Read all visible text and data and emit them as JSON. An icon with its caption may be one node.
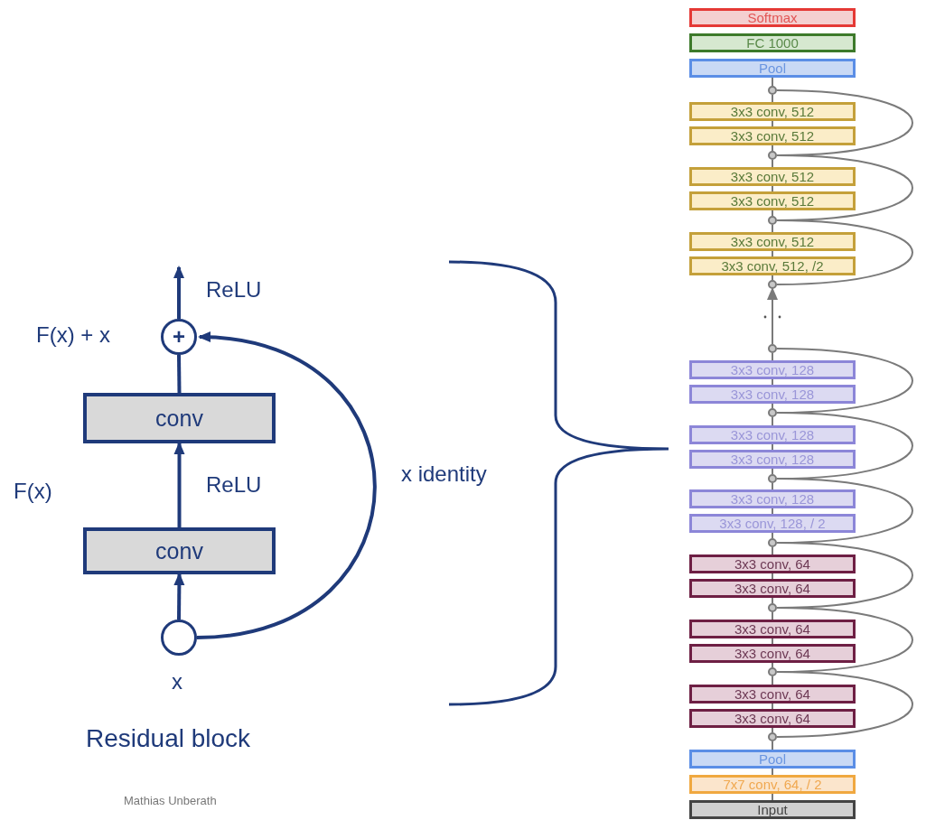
{
  "diagram": {
    "nodes": [
      {
        "text": [
          "+"
        ],
        "beside": [
          "F(x) + x"
        ]
      },
      {
        "text": [
          "conv"
        ]
      },
      {
        "text": [
          "conv"
        ]
      },
      {
        "text": [],
        "shape": "circle",
        "beside": [
          "x"
        ]
      },
      {
        "text": [
          "Softmax"
        ]
      },
      {
        "text": [
          "FC 1000"
        ]
      },
      {
        "text": [
          "Pool"
        ]
      },
      {
        "text": [],
        "shape": "circle"
      },
      {
        "text": [
          "3x3 conv, 512"
        ]
      },
      {
        "text": [
          "3x3 conv, 512"
        ]
      },
      {
        "text": [],
        "shape": "circle"
      },
      {
        "text": [
          "3x3 conv, 512"
        ]
      },
      {
        "text": [
          "3x3 conv, 512"
        ]
      },
      {
        "text": [],
        "shape": "circle"
      },
      {
        "text": [
          "3x3 conv, 512"
        ]
      },
      {
        "text": [
          "3x3 conv, 512, /2"
        ]
      },
      {
        "text": [],
        "shape": "circle"
      },
      {
        "text": [],
        "shape": "circle"
      },
      {
        "text": [
          "3x3 conv, 128"
        ]
      },
      {
        "text": [
          "3x3 conv, 128"
        ]
      },
      {
        "text": [],
        "shape": "circle"
      },
      {
        "text": [
          "3x3 conv, 128"
        ]
      },
      {
        "text": [
          "3x3 conv, 128"
        ]
      },
      {
        "text": [],
        "shape": "circle"
      },
      {
        "text": [
          "3x3 conv, 128"
        ]
      },
      {
        "text": [
          "3x3 conv, 128, / 2"
        ]
      },
      {
        "text": [],
        "shape": "circle"
      },
      {
        "text": [
          "3x3 conv, 64"
        ]
      },
      {
        "text": [
          "3x3 conv, 64"
        ]
      },
      {
        "text": [],
        "shape": "circle"
      },
      {
        "text": [
          "3x3 conv, 64"
        ]
      },
      {
        "text": [
          "3x3 conv, 64"
        ]
      },
      {
        "text": [],
        "shape": "circle"
      },
      {
        "text": [
          "3x3 conv, 64"
        ]
      },
      {
        "text": [
          "3x3 conv, 64"
        ]
      },
      {
        "text": [],
        "shape": "circle"
      },
      {
        "text": [
          "Pool"
        ]
      },
      {
        "text": [
          "7x7 conv, 64, / 2"
        ]
      },
      {
        "text": [
          "Input"
        ]
      }
    ],
    "edges": [
      {
        "from": 3,
        "to": 2,
        "arrow": "to",
        "style": "thick",
        "color": "#1f3a7a"
      },
      {
        "from": 2,
        "to": 1,
        "arrow": "to",
        "label": "ReLU",
        "style": "thick",
        "color": "#1f3a7a"
      },
      {
        "from": 1,
        "to": 0,
        "arrow": "none",
        "style": "thick",
        "color": "#1f3a7a"
      },
      {
        "from": 0,
        "to": null,
        "arrow": "to",
        "label": "ReLU",
        "style": "thick",
        "color": "#1f3a7a"
      },
      {
        "from": 3,
        "to": 0,
        "arrow": "to",
        "label": "x identity",
        "style": "thick",
        "color": "#1f3a7a"
      },
      {
        "from": 38,
        "to": 37,
        "arrow": "none"
      },
      {
        "from": 37,
        "to": 36,
        "arrow": "none"
      },
      {
        "from": 36,
        "to": 35,
        "arrow": "none"
      },
      {
        "from": 35,
        "to": 34,
        "arrow": "none"
      },
      {
        "from": 34,
        "to": 33,
        "arrow": "none"
      },
      {
        "from": 33,
        "to": 32,
        "arrow": "none"
      },
      {
        "from": 32,
        "to": 31,
        "arrow": "none"
      },
      {
        "from": 31,
        "to": 30,
        "arrow": "none"
      },
      {
        "from": 30,
        "to": 29,
        "arrow": "none"
      },
      {
        "from": 29,
        "to": 28,
        "arrow": "none"
      },
      {
        "from": 28,
        "to": 27,
        "arrow": "none"
      },
      {
        "from": 27,
        "to": 26,
        "arrow": "none"
      },
      {
        "from": 26,
        "to": 25,
        "arrow": "none"
      },
      {
        "from": 25,
        "to": 24,
        "arrow": "none"
      },
      {
        "from": 24,
        "to": 23,
        "arrow": "none"
      },
      {
        "from": 23,
        "to": 22,
        "arrow": "none"
      },
      {
        "from": 22,
        "to": 21,
        "arrow": "none"
      },
      {
        "from": 21,
        "to": 20,
        "arrow": "none"
      },
      {
        "from": 20,
        "to": 19,
        "arrow": "none"
      },
      {
        "from": 19,
        "to": 18,
        "arrow": "none"
      },
      {
        "from": 18,
        "to": 17,
        "arrow": "none"
      },
      {
        "from": 17,
        "to": 16,
        "arrow": "to"
      },
      {
        "from": 16,
        "to": 15,
        "arrow": "none"
      },
      {
        "from": 15,
        "to": 14,
        "arrow": "none"
      },
      {
        "from": 14,
        "to": 13,
        "arrow": "none"
      },
      {
        "from": 13,
        "to": 12,
        "arrow": "none"
      },
      {
        "from": 12,
        "to": 11,
        "arrow": "none"
      },
      {
        "from": 11,
        "to": 10,
        "arrow": "none"
      },
      {
        "from": 10,
        "to": 9,
        "arrow": "none"
      },
      {
        "from": 9,
        "to": 8,
        "arrow": "none"
      },
      {
        "from": 8,
        "to": 7,
        "arrow": "none"
      },
      {
        "from": 7,
        "to": 6,
        "arrow": "none"
      },
      {
        "from": 35,
        "to": 32,
        "arrow": "none"
      },
      {
        "from": 32,
        "to": 29,
        "arrow": "none"
      },
      {
        "from": 29,
        "to": 26,
        "arrow": "none"
      },
      {
        "from": 26,
        "to": 23,
        "arrow": "none"
      },
      {
        "from": 23,
        "to": 20,
        "arrow": "none"
      },
      {
        "from": 20,
        "to": 17,
        "arrow": "none"
      },
      {
        "from": 16,
        "to": 13,
        "arrow": "none"
      },
      {
        "from": 13,
        "to": 10,
        "arrow": "none"
      },
      {
        "from": 10,
        "to": 7,
        "arrow": "none"
      }
    ],
    "labels": [
      "F(x)",
      "Residual block",
      "Mathias Unberath"
    ]
  }
}
